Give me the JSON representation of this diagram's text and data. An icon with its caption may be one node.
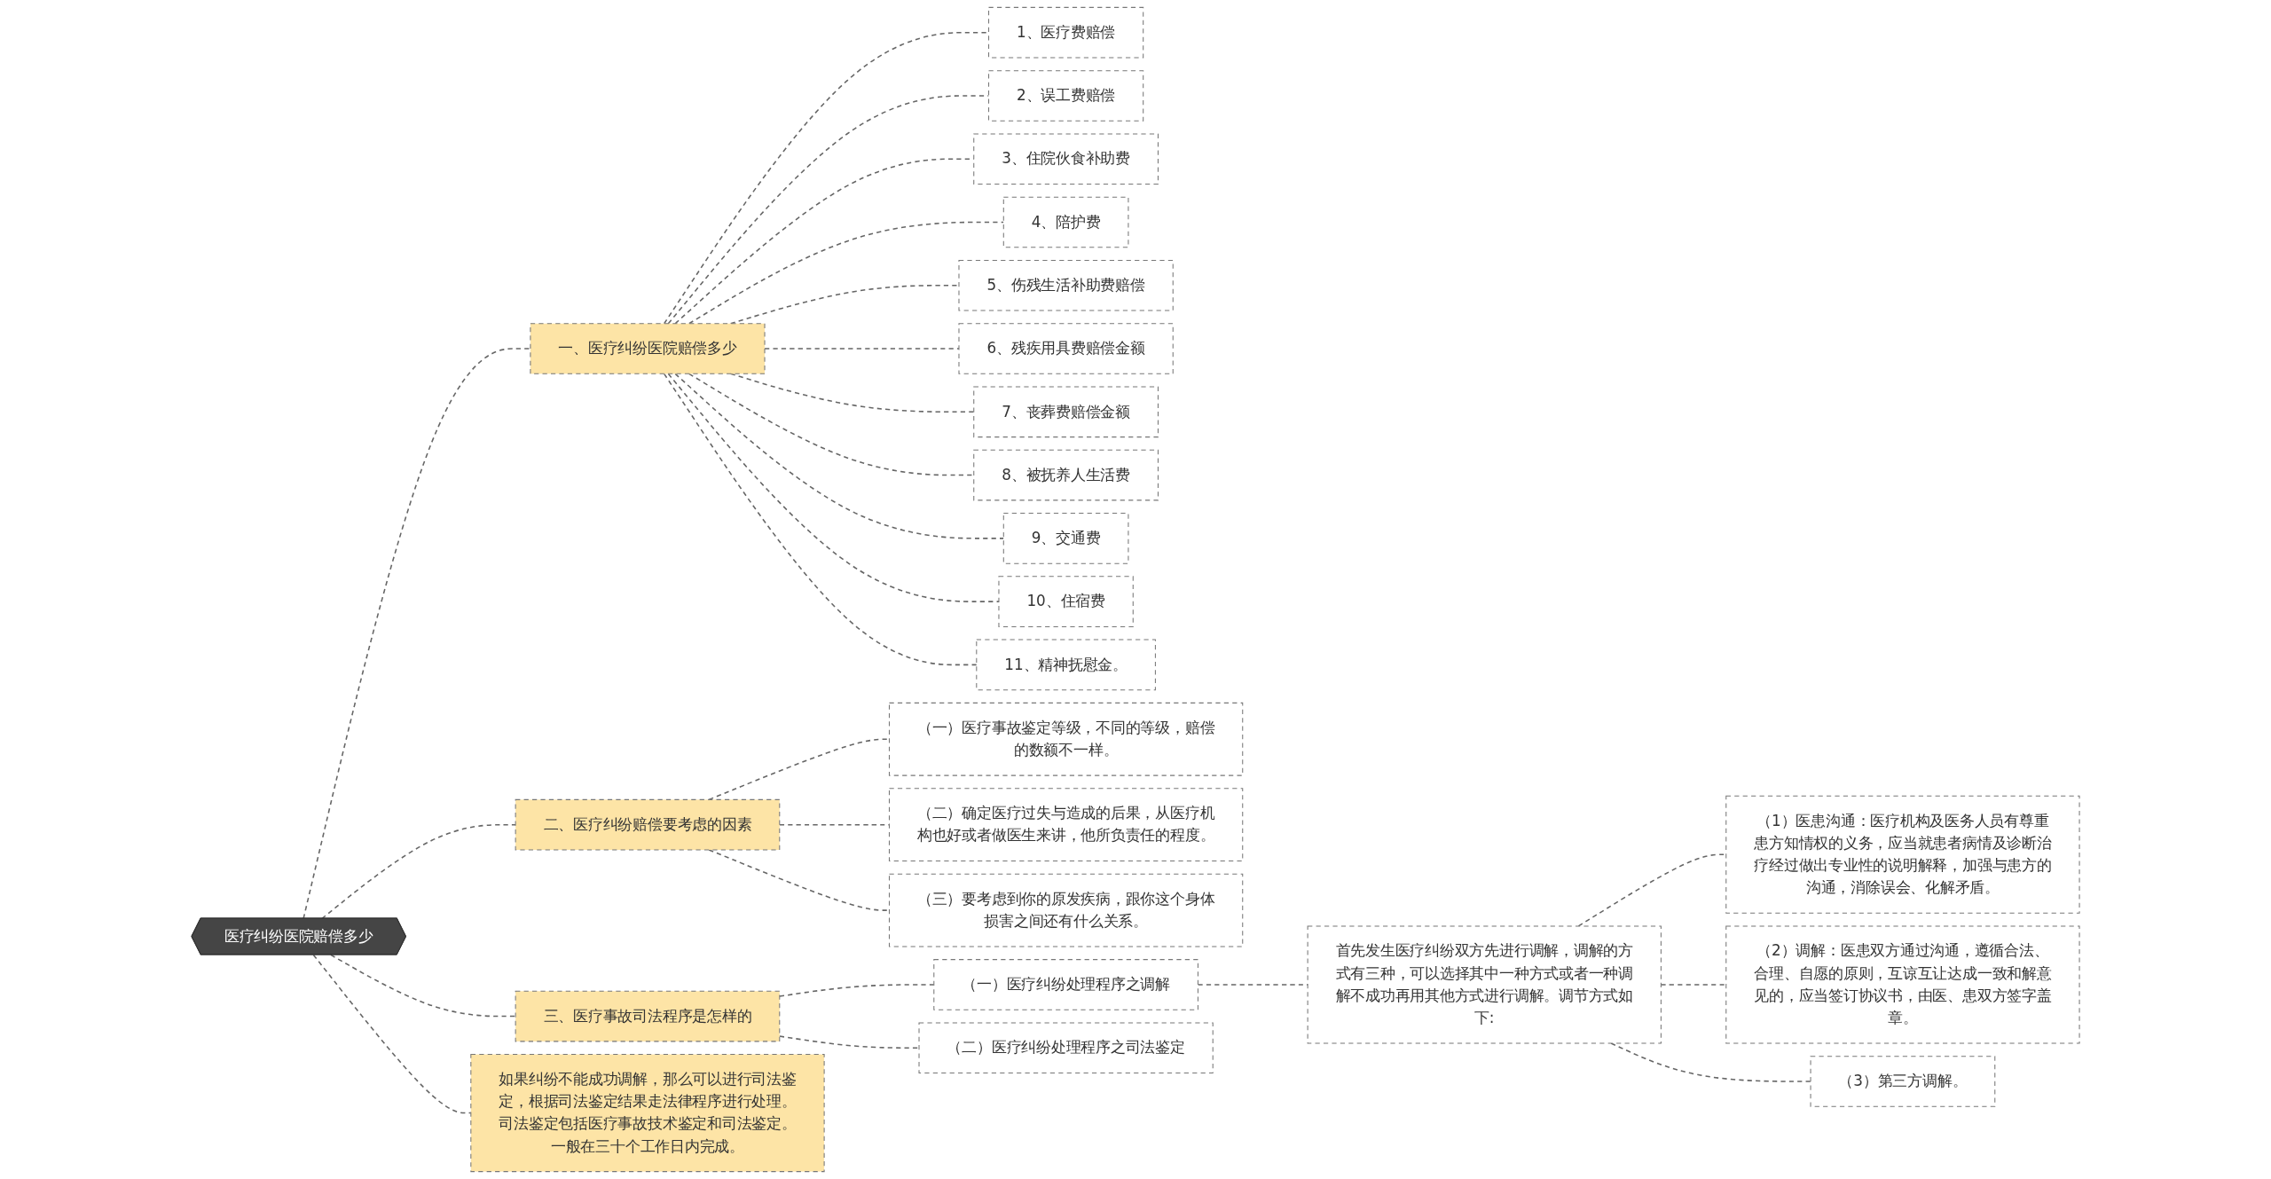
{
  "diagram": {
    "nodes": [
      {
        "text": [
          "医疗纠纷医院赔偿多少"
        ]
      },
      {
        "text": [
          "一、医疗纠纷医院赔偿多少"
        ]
      },
      {
        "text": [
          "1、医疗费赔偿"
        ]
      },
      {
        "text": [
          "2、误工费赔偿"
        ]
      },
      {
        "text": [
          "3、住院伙食补助费"
        ]
      },
      {
        "text": [
          "4、陪护费"
        ]
      },
      {
        "text": [
          "5、伤残生活补助费赔偿"
        ]
      },
      {
        "text": [
          "6、残疾用具费赔偿金额"
        ]
      },
      {
        "text": [
          "7、丧葬费赔偿金额"
        ]
      },
      {
        "text": [
          "8、被抚养人生活费"
        ]
      },
      {
        "text": [
          "9、交通费"
        ]
      },
      {
        "text": [
          "10、住宿费"
        ]
      },
      {
        "text": [
          "11、精神抚慰金。"
        ]
      },
      {
        "text": [
          "二、医疗纠纷赔偿要考虑的因素"
        ]
      },
      {
        "text": [
          "（一）医疗事故鉴定等级，不同的等级，赔偿的数额不一样。"
        ]
      },
      {
        "text": [
          "（二）确定医疗过失与造成的后果，从医疗机构也好或者做医生来讲，他所负责任的程度。"
        ]
      },
      {
        "text": [
          "（三）要考虑到你的原发疾病，跟你这个身体损害之间还有什么关系。"
        ]
      },
      {
        "text": [
          "如果纠纷不能成功调解，那么可以进行司法鉴定，根据司法鉴定结果走法律程序进行处理。司法鉴定包括医疗事故技术鉴定和司法鉴定。一般在三十个工作日内完成。"
        ]
      },
      {
        "text": [
          "三、医疗事故司法程序是怎样的"
        ]
      },
      {
        "text": [
          "（一）医疗纠纷处理程序之调解"
        ]
      },
      {
        "text": [
          "首先发生医疗纠纷双方先进行调解，调解的方式有三种，可以选择其中一种方式或者一种调解不成功再用其他方式进行调解。调节方式如下:"
        ]
      },
      {
        "text": [
          "（1）医患沟通：医疗机构及医务人员有尊重患方知情权的义务，应当就患者病情及诊断治疗经过做出专业性的说明解释，加强与患方的沟通，消除误会、化解矛盾。"
        ]
      },
      {
        "text": [
          "（2）调解：医患双方通过沟通，遵循合法、合理、自愿的原则，互谅互让达成一致和解意见的，应当签订协议书，由医、患双方签字盖章。"
        ]
      },
      {
        "text": [
          "（3）第三方调解。"
        ]
      },
      {
        "text": [
          "（二）医疗纠纷处理程序之司法鉴定"
        ]
      }
    ],
    "edges": [
      {
        "from": 0,
        "to": 1,
        "arrow": "none",
        "style": "dashed"
      },
      {
        "from": 1,
        "to": 2,
        "arrow": "none",
        "style": "dashed"
      },
      {
        "from": 1,
        "to": 3,
        "arrow": "none",
        "style": "dashed"
      },
      {
        "from": 1,
        "to": 4,
        "arrow": "none",
        "style": "dashed"
      },
      {
        "from": 1,
        "to": 5,
        "arrow": "none",
        "style": "dashed"
      },
      {
        "from": 1,
        "to": 6,
        "arrow": "none",
        "style": "dashed"
      },
      {
        "from": 1,
        "to": 7,
        "arrow": "none",
        "style": "dashed"
      },
      {
        "from": 1,
        "to": 8,
        "arrow": "none",
        "style": "dashed"
      },
      {
        "from": 1,
        "to": 9,
        "arrow": "none",
        "style": "dashed"
      },
      {
        "from": 1,
        "to": 10,
        "arrow": "none",
        "style": "dashed"
      },
      {
        "from": 1,
        "to": 11,
        "arrow": "none",
        "style": "dashed"
      },
      {
        "from": 1,
        "to": 12,
        "arrow": "none",
        "style": "dashed"
      },
      {
        "from": 0,
        "to": 13,
        "arrow": "none",
        "style": "dashed"
      },
      {
        "from": 13,
        "to": 14,
        "arrow": "none",
        "style": "dashed"
      },
      {
        "from": 13,
        "to": 15,
        "arrow": "none",
        "style": "dashed"
      },
      {
        "from": 13,
        "to": 16,
        "arrow": "none",
        "style": "dashed"
      },
      {
        "from": 0,
        "to": 17,
        "arrow": "none",
        "style": "dashed"
      },
      {
        "from": 0,
        "to": 18,
        "arrow": "none",
        "style": "dashed"
      },
      {
        "from": 18,
        "to": 19,
        "arrow": "none",
        "style": "dashed"
      },
      {
        "from": 19,
        "to": 20,
        "arrow": "none",
        "style": "dashed"
      },
      {
        "from": 20,
        "to": 21,
        "arrow": "none",
        "style": "dashed"
      },
      {
        "from": 20,
        "to": 22,
        "arrow": "none",
        "style": "dashed"
      },
      {
        "from": 20,
        "to": 23,
        "arrow": "none",
        "style": "dashed"
      },
      {
        "from": 18,
        "to": 24,
        "arrow": "none",
        "style": "dashed"
      }
    ]
  }
}
